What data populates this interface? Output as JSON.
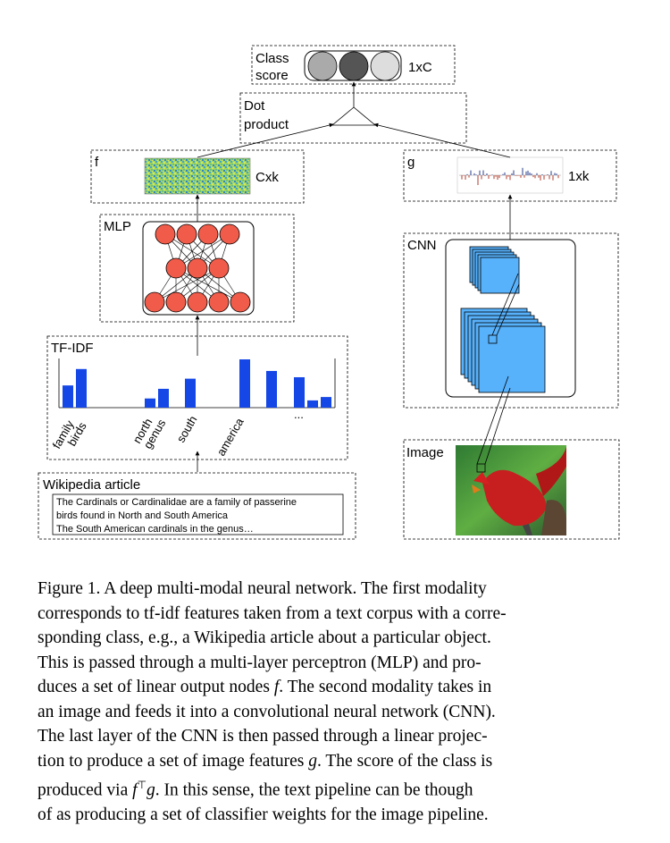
{
  "labels": {
    "class_score_line1": "Class",
    "class_score_line2": "score",
    "class_dim": "1xC",
    "dot_line1": "Dot",
    "dot_line2": "product",
    "f": "f",
    "f_dim": "Cxk",
    "g": "g",
    "g_dim": "1xk",
    "mlp": "MLP",
    "cnn": "CNN",
    "tfidf": "TF-IDF",
    "image": "Image",
    "wiki": "Wikipedia article"
  },
  "tfidf_ticks": [
    "family",
    "birds",
    "north",
    "genus",
    "south",
    "america",
    "..."
  ],
  "tfidf_bar_heights": [
    0.46,
    0.8,
    0.19,
    0.39,
    0.6,
    1.0,
    0.76,
    0.63,
    0.15,
    0.22
  ],
  "wiki_text": {
    "line1": "The Cardinals or Cardinalidae are a family of  passerine",
    "line2": "birds found in North and South America",
    "line3": "The South American cardinals in the genus…"
  },
  "caption": {
    "l1": "Figure 1. A deep multi-modal neural network. The first modality",
    "l2": "corresponds to tf-idf features taken from a text corpus with a corre-",
    "l3": "sponding class, e.g., a Wikipedia article about a particular object.",
    "l4": "This is passed through a multi-layer perceptron (MLP) and pro-",
    "l5a": "duces a set of linear output nodes ",
    "l5b": "f",
    "l5c": ". The second modality takes in",
    "l6": "an image and feeds it into a convolutional neural network (CNN).",
    "l7": "The last layer of the CNN is then passed through a linear projec-",
    "l8a": "tion to produce a set of image features ",
    "l8b": "g",
    "l8c": ". The score of the class is",
    "l9a": "produced via ",
    "l9b": "f",
    "l9c": "⊤",
    "l9d": "g",
    "l9e": ". In this sense, the text pipeline can be though",
    "l10": "of as producing a set of classifier weights for the image pipeline."
  },
  "colors": {
    "bar": "#1447e6",
    "node": "#f15c4a",
    "cnn": "#58b1fb",
    "circle_light": "#aaaaaa",
    "circle_dark": "#555555",
    "circle_lighter": "#dddddd"
  }
}
